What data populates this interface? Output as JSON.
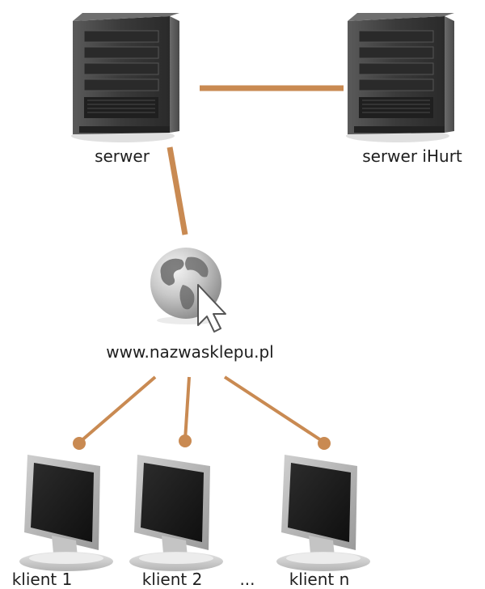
{
  "colors": {
    "connector": "#c98a52",
    "server_body": "#3a3a3a",
    "monitor_screen": "#1a1a1a",
    "background": "#ffffff"
  },
  "nodes": {
    "server": {
      "label": "serwer",
      "icon": "server-tower-icon"
    },
    "server_ihurt": {
      "label": "serwer iHurt",
      "icon": "server-tower-icon"
    },
    "website": {
      "label": "www.nazwasklepu.pl",
      "icon": "globe-cursor-icon"
    },
    "client_1": {
      "label": "klient 1",
      "icon": "monitor-icon"
    },
    "client_2": {
      "label": "klient 2",
      "icon": "monitor-icon"
    },
    "ellipsis": {
      "label": "..."
    },
    "client_n": {
      "label": "klient n",
      "icon": "monitor-icon"
    }
  }
}
